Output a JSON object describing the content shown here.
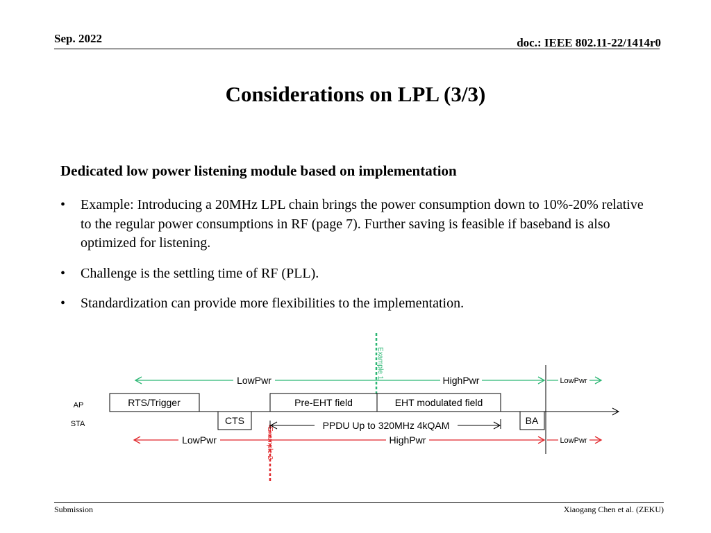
{
  "header": {
    "date": "Sep. 2022",
    "doc_id": "doc.: IEEE 802.11-22/1414r0"
  },
  "title": "Considerations on LPL (3/3)",
  "subheading": "Dedicated low power listening module based on implementation",
  "bullets": [
    "Example: Introducing a 20MHz LPL chain brings the power consumption down to 10%-20% relative to the regular power consumptions in RF (page 7). Further saving is feasible if baseband is also optimized for listening.",
    "Challenge is the settling time of RF (PLL).",
    "Standardization can provide more flexibilities to the implementation."
  ],
  "diagram": {
    "colors": {
      "green": "#2bb673",
      "red": "#e0262a",
      "line": "#000000"
    },
    "example1": "Example 1",
    "example2": "Example 2",
    "ap_label": "AP",
    "sta_label": "STA",
    "green_lowpwr": "LowPwr",
    "green_highpwr": "HighPwr",
    "green_lowpwr_right": "LowPwr",
    "red_lowpwr": "LowPwr",
    "red_highpwr": "HighPwr",
    "red_lowpwr_right": "LowPwr",
    "box_rts": "RTS/Trigger",
    "box_pre_eht": "Pre-EHT field",
    "box_eht": "EHT modulated field",
    "box_cts": "CTS",
    "box_ba": "BA",
    "ppdu": "PPDU Up to 320MHz 4kQAM"
  },
  "footer": {
    "left": "Submission",
    "right": "Xiaogang Chen et al. (ZEKU)"
  }
}
